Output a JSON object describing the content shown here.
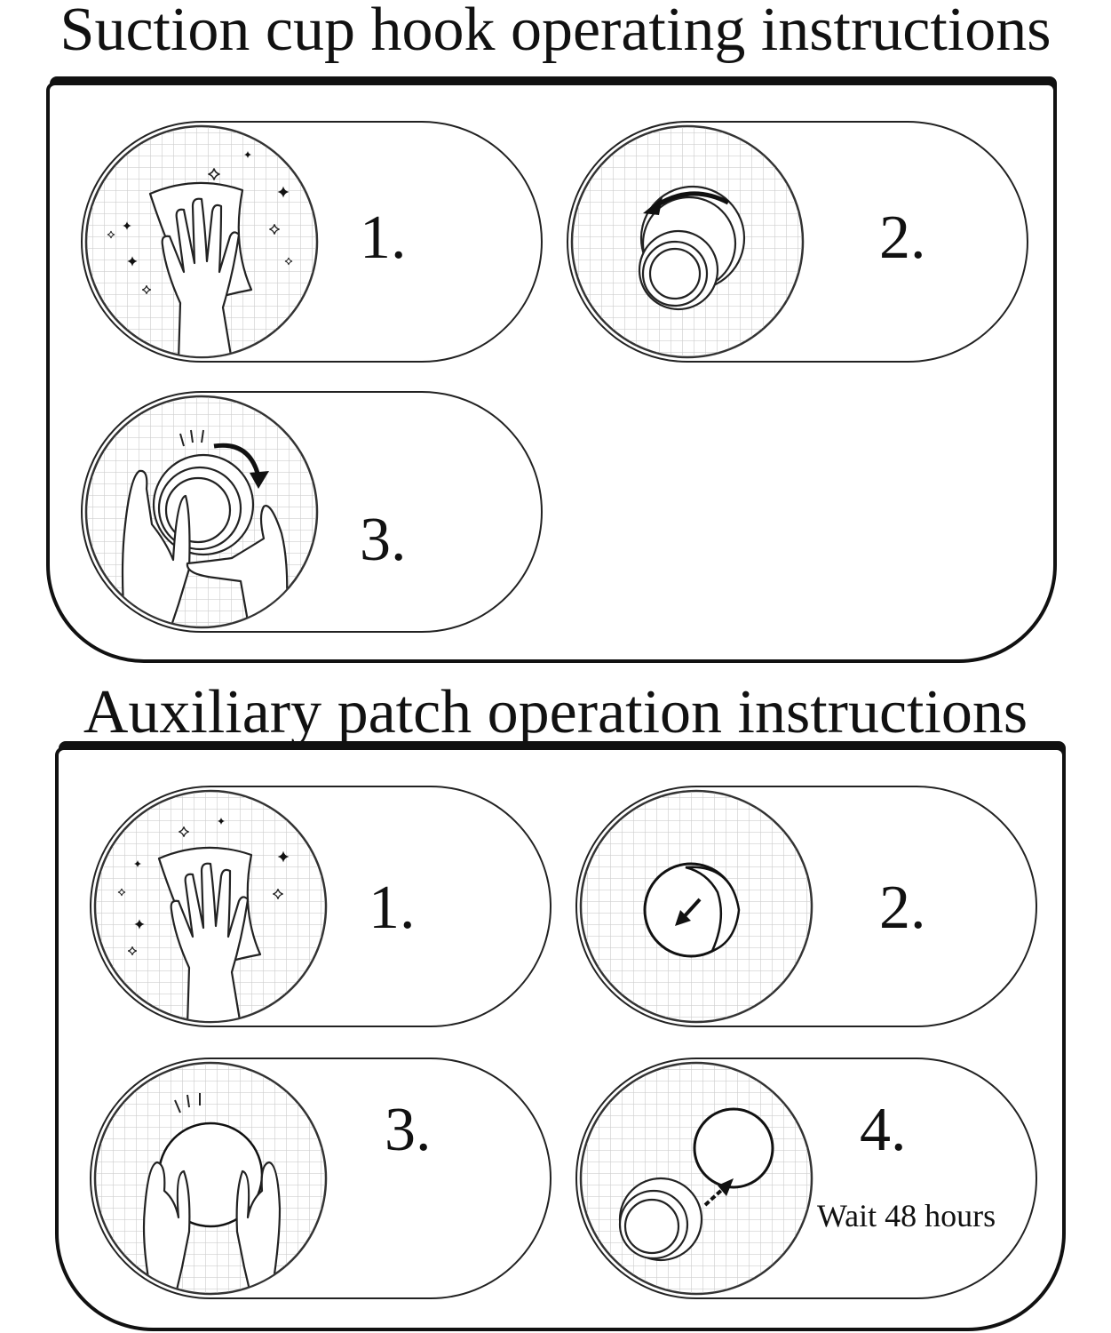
{
  "titles": {
    "suction": "Suction cup hook operating instructions",
    "patch": "Auxiliary patch operation instructions"
  },
  "suction_steps": [
    {
      "label": "1.",
      "icon": "hand-wipe-cloth-icon"
    },
    {
      "label": "2.",
      "icon": "rotate-counterclockwise-icon"
    },
    {
      "label": "3.",
      "icon": "press-rotate-clockwise-icon"
    }
  ],
  "patch_steps": [
    {
      "label": "1.",
      "icon": "hand-wipe-cloth-icon"
    },
    {
      "label": "2.",
      "icon": "peel-patch-icon"
    },
    {
      "label": "3.",
      "icon": "press-patch-icon"
    },
    {
      "label": "4.",
      "icon": "attach-hook-icon",
      "note": "Wait 48 hours"
    }
  ]
}
